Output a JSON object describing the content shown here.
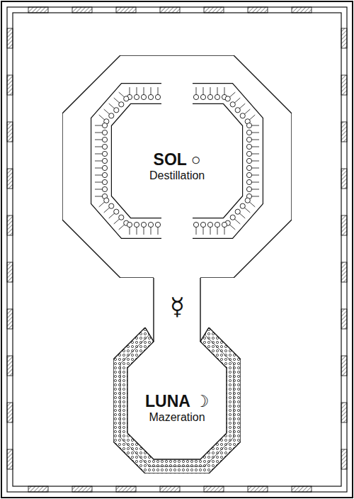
{
  "diagram": {
    "nodes": [
      {
        "text": [
          "SOL ○",
          "Destillation"
        ]
      },
      {
        "text": [
          "LUNA ☽",
          "Mazeration"
        ]
      }
    ],
    "labels": [
      "☿"
    ]
  }
}
